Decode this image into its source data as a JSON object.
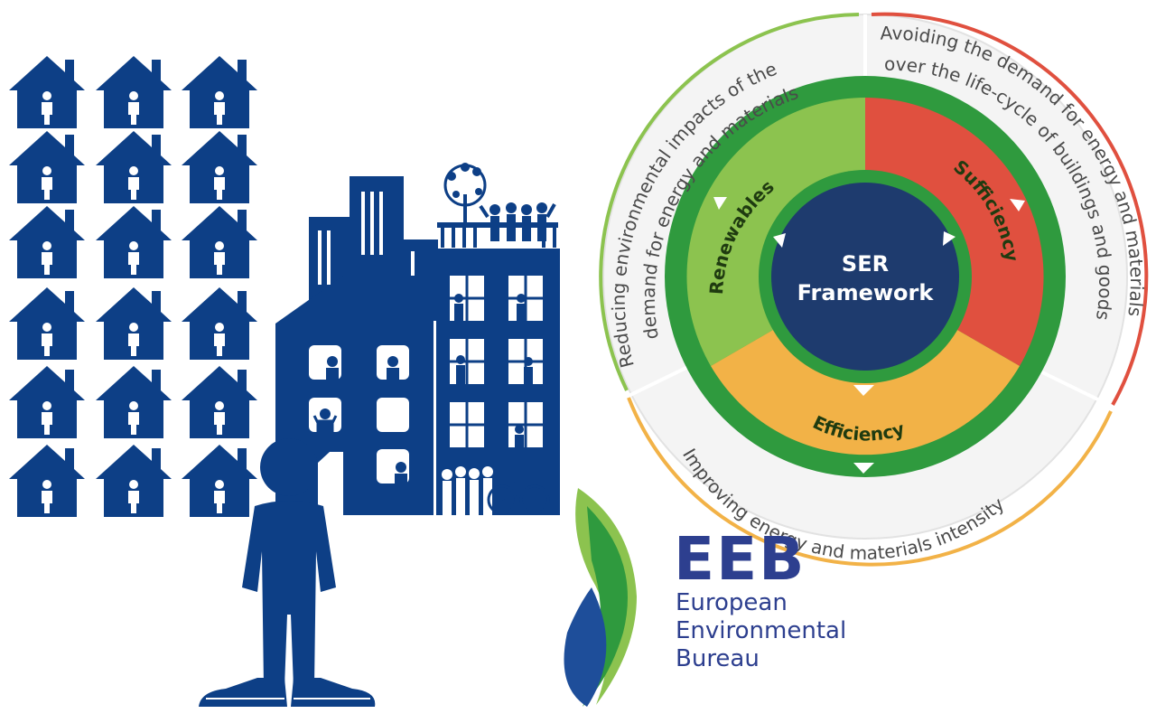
{
  "diagram": {
    "center_label_line1": "SER",
    "center_label_line2": "Framework",
    "segments": [
      {
        "id": "renewables",
        "label": "Renewables",
        "color": "#8cc34f"
      },
      {
        "id": "sufficiency",
        "label": "Sufficiency",
        "color": "#e0503f"
      },
      {
        "id": "efficiency",
        "label": "Efficiency",
        "color": "#f2b247"
      }
    ],
    "outer_labels": {
      "renewables": "Reducing environmental impacts of the demand for energy and materials",
      "renewables_line1": "Reducing environmental impacts of the",
      "renewables_line2": "demand for energy and materials",
      "sufficiency_line1": "Avoiding the demand for energy and materials",
      "sufficiency_line2": "over the life-cycle of buildings and goods",
      "efficiency_line1": "Improving energy and materials intensity"
    },
    "colors": {
      "ring_green": "#2f9a3e",
      "center_navy": "#1e3b6e",
      "outer_bg": "#f4f4f4"
    }
  },
  "illustration": {
    "color": "#0d3f86",
    "house_rows": 6,
    "house_cols": 3
  },
  "logo": {
    "acronym": "EEB",
    "line1": "European",
    "line2": "Environmental",
    "line3": "Bureau",
    "color": "#2d3f8f"
  }
}
